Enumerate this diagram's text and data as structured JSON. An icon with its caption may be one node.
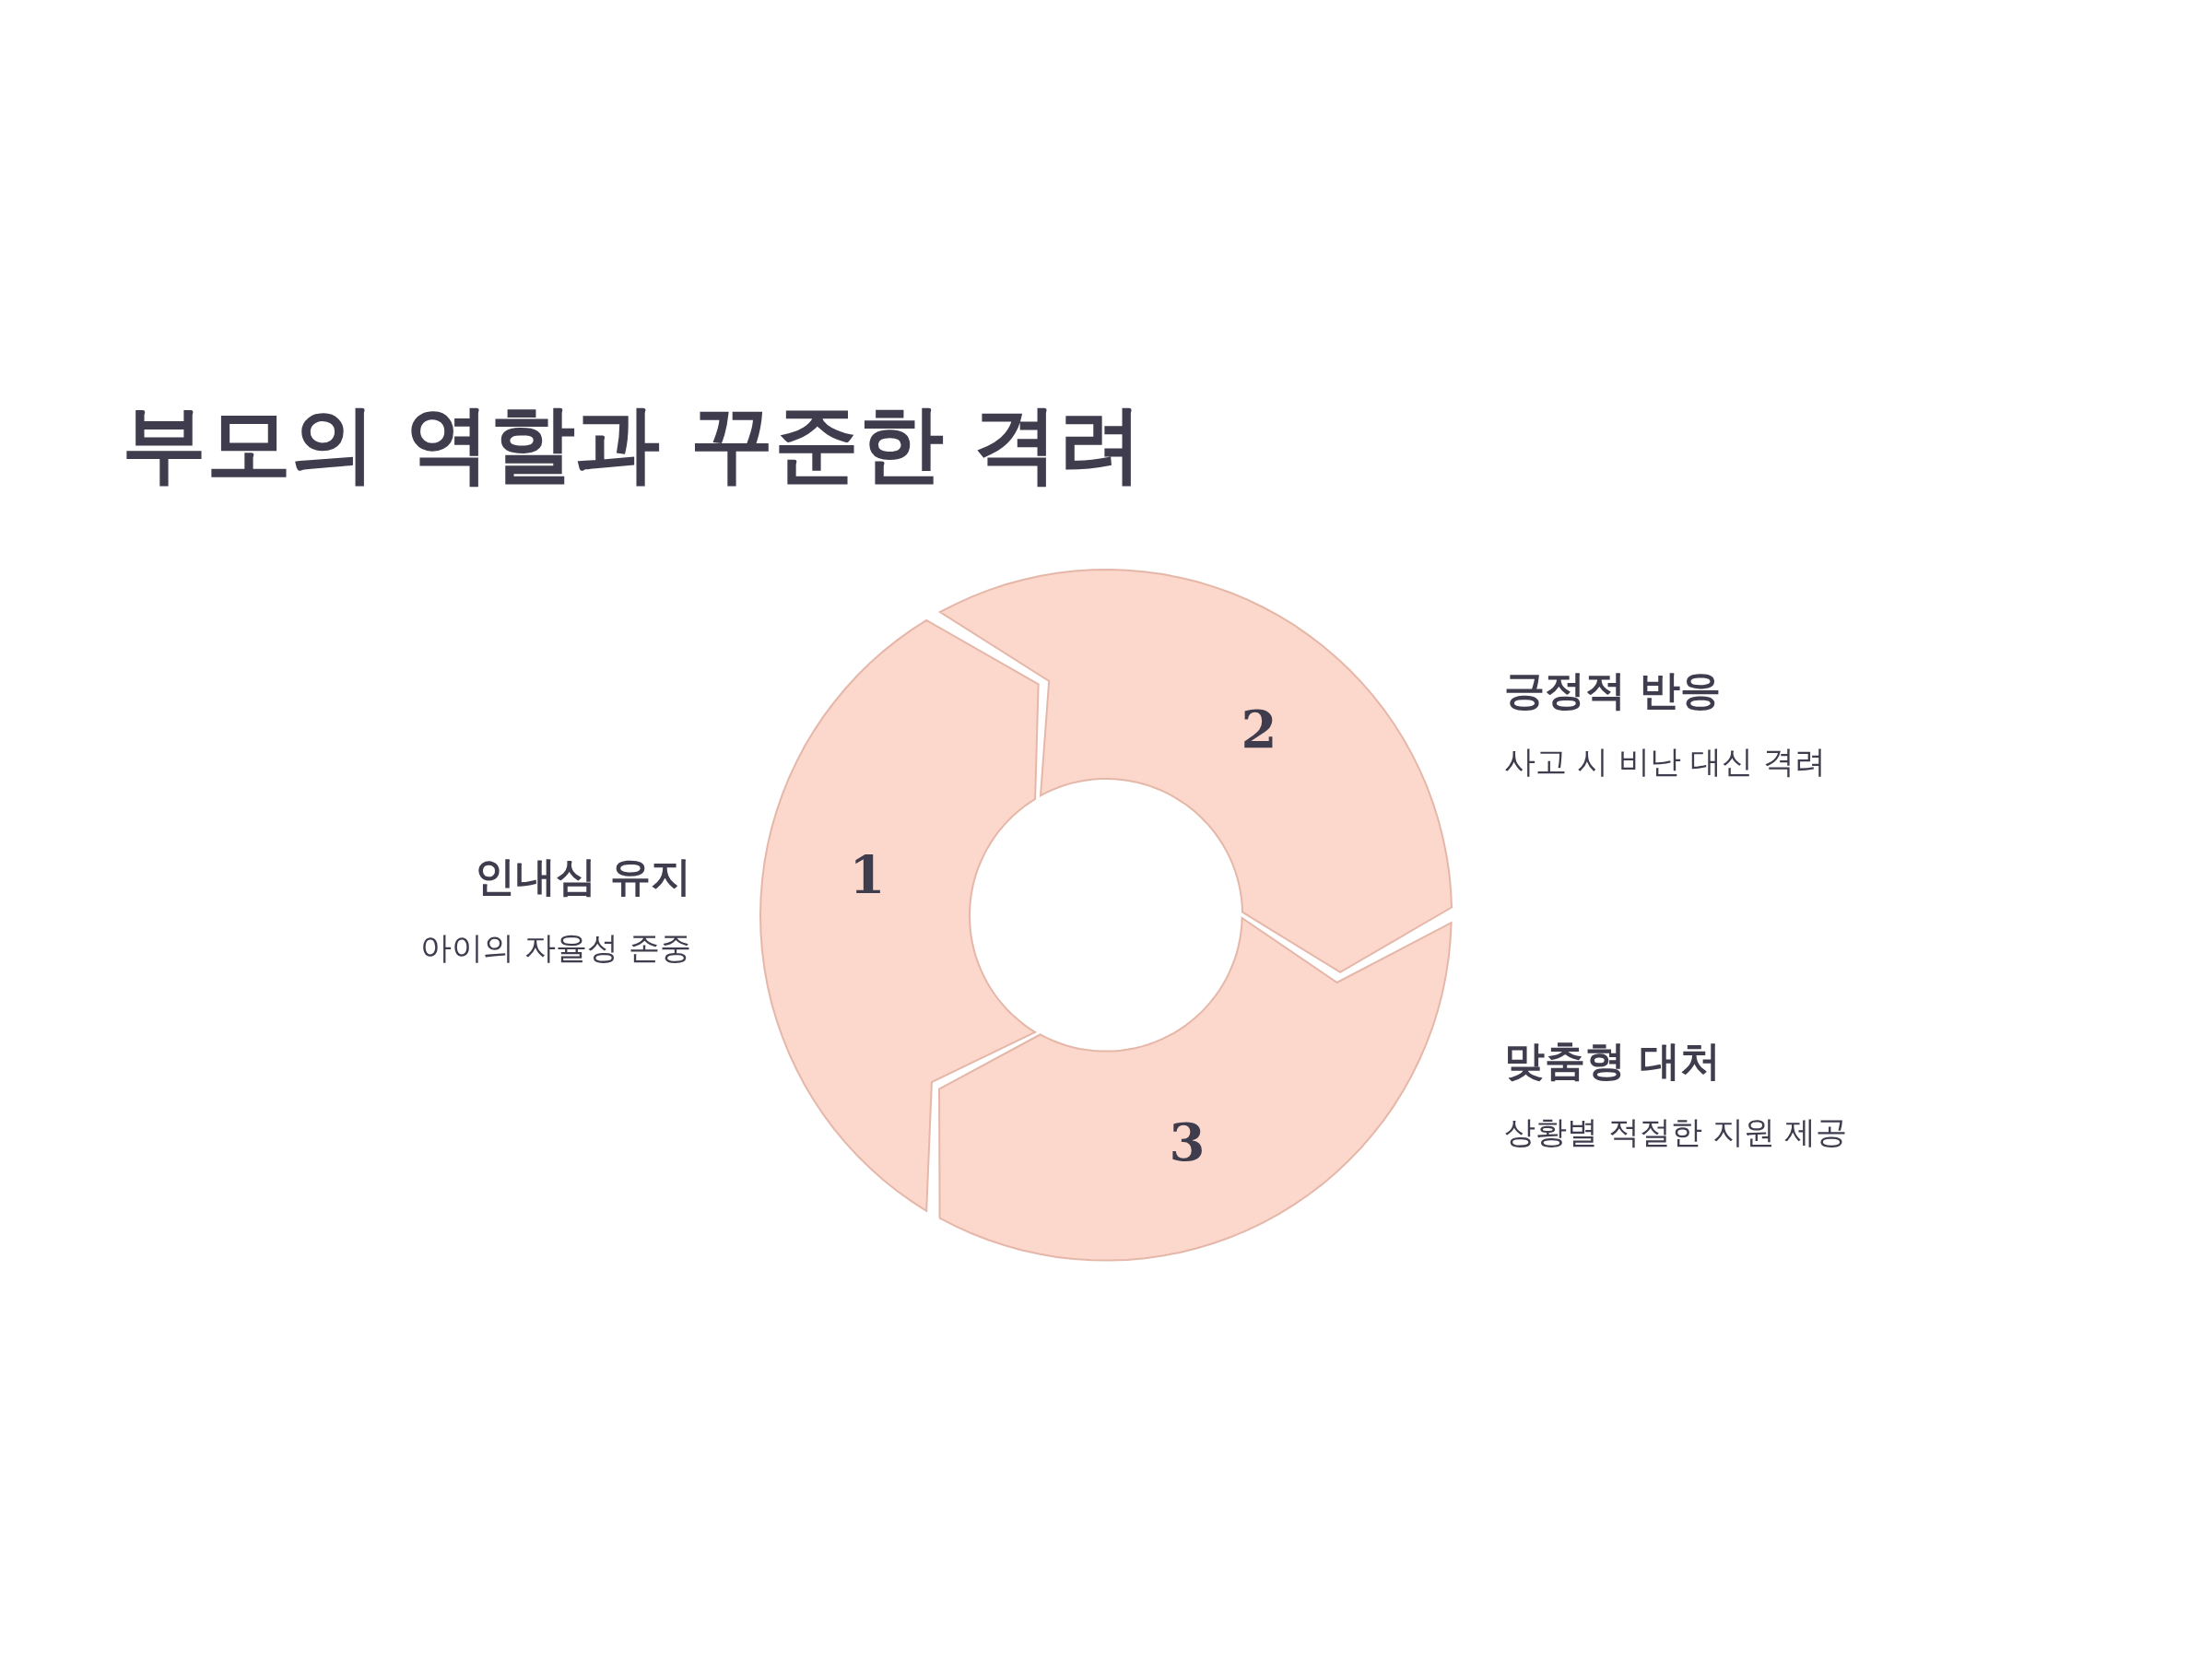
{
  "diagram": {
    "title": "부모의 역할과 꾸준한 격려",
    "nodes": [
      {
        "text": [
          "1"
        ],
        "beside": [
          "인내심 유지",
          "아이의 자율성 존중"
        ]
      },
      {
        "text": [
          "2"
        ],
        "beside": [
          "긍정적 반응",
          "사고 시 비난 대신 격려"
        ]
      },
      {
        "text": [
          "3"
        ],
        "beside": [
          "맞춤형 대처",
          "상황별 적절한 지원 제공"
        ]
      }
    ]
  }
}
